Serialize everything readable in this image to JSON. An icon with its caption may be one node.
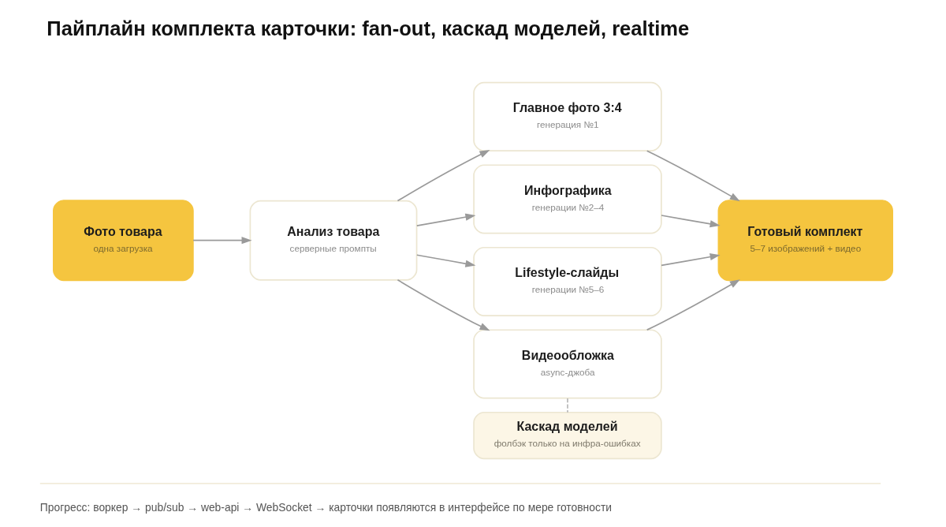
{
  "diagram": {
    "title": "Пайплайн комплекта карточки: fan-out, каскад моделей, realtime",
    "caption": "Прогресс: воркер → pub/sub → web-api → WebSocket → карточки появляются в интерфейсе по мере готовности",
    "nodes": [
      {
        "text": [
          "Фото товара",
          "одна загрузка"
        ]
      },
      {
        "text": [
          "Анализ товара",
          "серверные промпты"
        ]
      },
      {
        "text": [
          "Главное фото 3:4",
          "генерация №1"
        ]
      },
      {
        "text": [
          "Инфографика",
          "генерации №2–4"
        ]
      },
      {
        "text": [
          "Lifestyle-слайды",
          "генерации №5–6"
        ]
      },
      {
        "text": [
          "Видеообложка",
          "async-джоба"
        ]
      },
      {
        "text": [
          "Каскад моделей",
          "фолбэк только на инфра-ошибках"
        ]
      },
      {
        "text": [
          "Готовый комплект",
          "5–7 изображений + видео"
        ]
      }
    ],
    "edges": [
      {
        "from": 0,
        "to": 1,
        "arrow": "to"
      },
      {
        "from": 1,
        "to": 2,
        "arrow": "to"
      },
      {
        "from": 1,
        "to": 3,
        "arrow": "to"
      },
      {
        "from": 1,
        "to": 4,
        "arrow": "to"
      },
      {
        "from": 1,
        "to": 5,
        "arrow": "to"
      },
      {
        "from": 2,
        "to": 7,
        "arrow": "to"
      },
      {
        "from": 3,
        "to": 7,
        "arrow": "to"
      },
      {
        "from": 4,
        "to": 7,
        "arrow": "to"
      },
      {
        "from": 5,
        "to": 7,
        "arrow": "to"
      },
      {
        "from": 5,
        "to": 6,
        "arrow": "none",
        "style": "dashed",
        "color": "#b8b8b8"
      }
    ]
  }
}
